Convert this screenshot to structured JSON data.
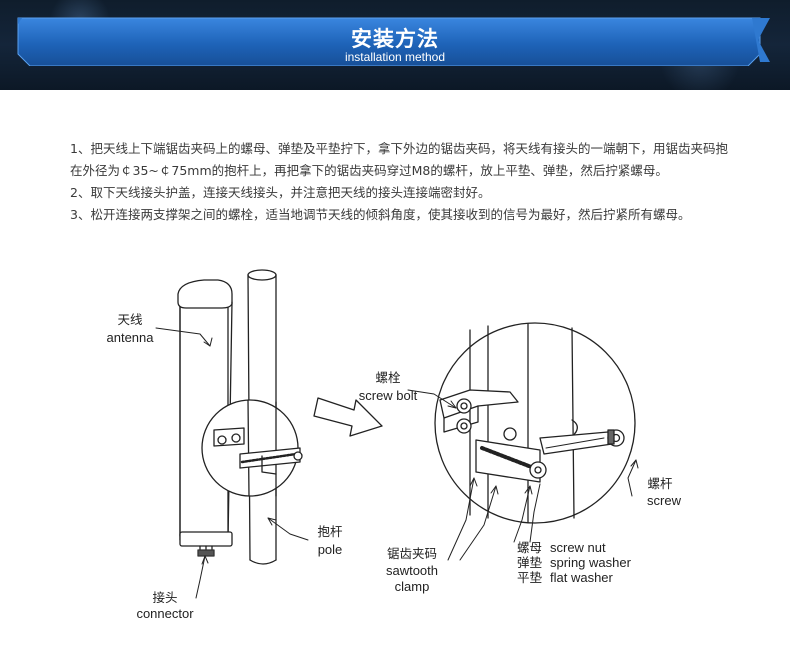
{
  "header": {
    "title": "安装方法",
    "subtitle": "installation method"
  },
  "instructions": [
    "1、把天线上下端锯齿夹码上的螺母、弹垫及平垫拧下，拿下外边的锯齿夹码，将天线有接头的一端朝下，用锯齿夹码抱",
    "在外径为￠35~￠75mm的抱杆上，再把拿下的锯齿夹码穿过M8的螺杆，放上平垫、弹垫，然后拧紧螺母。",
    "2、取下天线接头护盖，连接天线接头，并注意把天线的接头连接端密封好。",
    "3、松开连接两支撑架之间的螺栓，适当地调节天线的倾斜角度，使其接收到的信号为最好，然后拧紧所有螺母。"
  ],
  "labels": {
    "antenna_cn": "天线",
    "antenna_en": "antenna",
    "pole_cn": "抱杆",
    "pole_en": "pole",
    "connector_cn": "接头",
    "connector_en": "connector",
    "bolt_cn": "螺栓",
    "bolt_en": "screw bolt",
    "screw_cn": "螺杆",
    "screw_en": "screw",
    "clamp_cn": "锯齿夹码",
    "clamp_en_1": "sawtooth",
    "clamp_en_2": "clamp",
    "nut_cn": "螺母",
    "nut_en": "screw  nut",
    "spring_cn": "弹垫",
    "spring_en": "spring  washer",
    "flat_cn": "平垫",
    "flat_en": "flat  washer"
  },
  "colors": {
    "banner": "#1e63b8",
    "header_bg": "#12233a",
    "line": "#222222"
  }
}
